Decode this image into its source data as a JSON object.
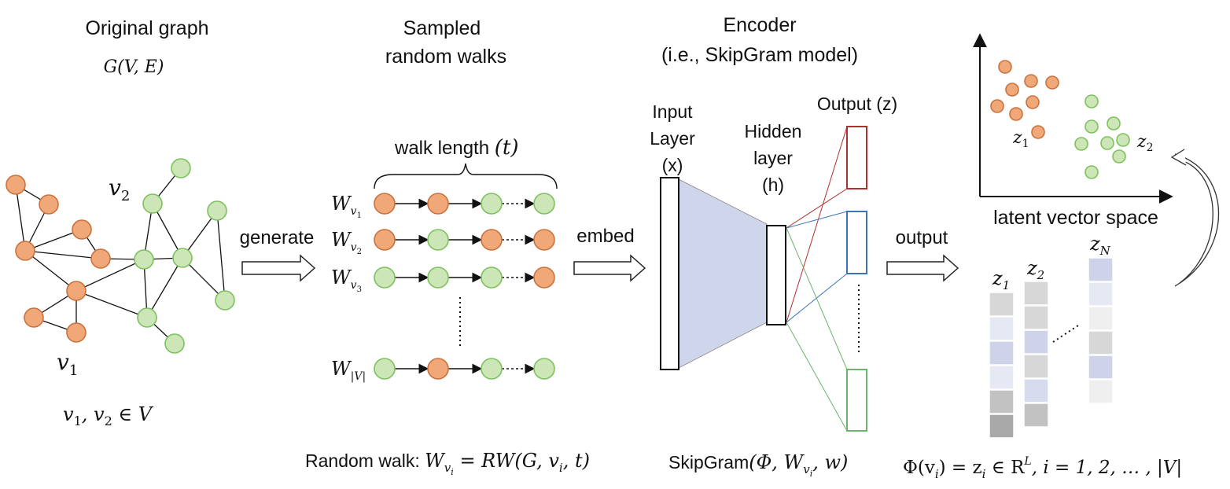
{
  "titles": {
    "original_graph": "Original graph",
    "sampled_line1": "Sampled",
    "sampled_line2": "random walks",
    "encoder_line1": "Encoder",
    "encoder_line2": "(i.e., SkipGram model)"
  },
  "graph": {
    "formula": "G(V, E)",
    "v1_label": "v",
    "v1_sub": "1",
    "v2_label": "v",
    "v2_sub": "2",
    "membership_prefix": "v",
    "membership_mid": ", v",
    "membership_suffix": " ∈ V"
  },
  "arrows": {
    "generate": "generate",
    "embed": "embed",
    "output": "output"
  },
  "walks": {
    "length_label": "walk length ",
    "length_symbol": "(t)",
    "rows": [
      {
        "label_main": "W",
        "label_sub": "v",
        "label_subsub": "1",
        "colors": [
          "orange",
          "orange",
          "green",
          "green"
        ]
      },
      {
        "label_main": "W",
        "label_sub": "v",
        "label_subsub": "2",
        "colors": [
          "orange",
          "green",
          "orange",
          "orange"
        ]
      },
      {
        "label_main": "W",
        "label_sub": "v",
        "label_subsub": "3",
        "colors": [
          "green",
          "green",
          "green",
          "orange"
        ]
      },
      {
        "label_main": "W",
        "label_sub": "|V|",
        "label_subsub": "",
        "colors": [
          "green",
          "orange",
          "green",
          "green"
        ]
      }
    ],
    "formula_prefix": "Random walk: ",
    "formula_w": "W",
    "formula_sub_v": "v",
    "formula_sub_i": "i",
    "formula_rest": " = RW(G, v",
    "formula_rest_sub": "i",
    "formula_end": ", t)"
  },
  "encoder": {
    "input_line1": "Input",
    "input_line2": "Layer",
    "input_line3": "(x)",
    "hidden_line1": "Hidden",
    "hidden_line2": "layer",
    "hidden_line3": "(h)",
    "output_label": "Output (z)",
    "formula_name": "SkipGram",
    "formula_args": "(Φ, W",
    "formula_sub_v": "v",
    "formula_sub_i": "i",
    "formula_end": ", w)",
    "output_box_colors": [
      "#B03030",
      "#3A73B8",
      "#6DB36D"
    ]
  },
  "latent": {
    "axis_label": "latent vector space",
    "z1_label": "z",
    "z1_sub": "1",
    "z2_label": "z",
    "z2_sub": "2",
    "clusters": {
      "orange": [
        [
          1278,
          85
        ],
        [
          1311,
          103
        ],
        [
          1338,
          105
        ],
        [
          1287,
          114
        ],
        [
          1268,
          135
        ],
        [
          1313,
          130
        ],
        [
          1292,
          145
        ],
        [
          1320,
          168
        ]
      ],
      "green": [
        [
          1388,
          129
        ],
        [
          1416,
          157
        ],
        [
          1388,
          161
        ],
        [
          1408,
          182
        ],
        [
          1428,
          178
        ],
        [
          1375,
          183
        ],
        [
          1423,
          199
        ],
        [
          1388,
          219
        ]
      ]
    }
  },
  "embeddings": {
    "columns": [
      {
        "label": "z",
        "sub": "1",
        "cells": [
          "#D7D7D7",
          "#E6E9F4",
          "#CED3EA",
          "#E6E9F4",
          "#C2C2C2",
          "#A9A9A9"
        ]
      },
      {
        "label": "z",
        "sub": "2",
        "cells": [
          "#D7D7D7",
          "#D7D7D7",
          "#CED3EA",
          "#D7D7D7",
          "#D7DBEE",
          "#C2C2C2"
        ]
      },
      {
        "label": "z",
        "sub": "N",
        "cells": [
          "#CED3EA",
          "#E6E9F4",
          "#EFEFEF",
          "#D7D7D7",
          "#CED3EA",
          "#EFEFEF"
        ]
      }
    ],
    "formula_phi": "Φ(v",
    "formula_phi_sub": "i",
    "formula_mid": ") = z",
    "formula_mid_sub": "i",
    "formula_in": " ∈ R",
    "formula_sup": "L",
    "formula_end": ", i = 1, 2, … , |V|"
  },
  "colors": {
    "orange_fill": "#F0A878",
    "orange_stroke": "#C9723E",
    "green_fill": "#CDE6B8",
    "green_stroke": "#7DC15D",
    "encoder_fill": "#CFD6EB"
  }
}
